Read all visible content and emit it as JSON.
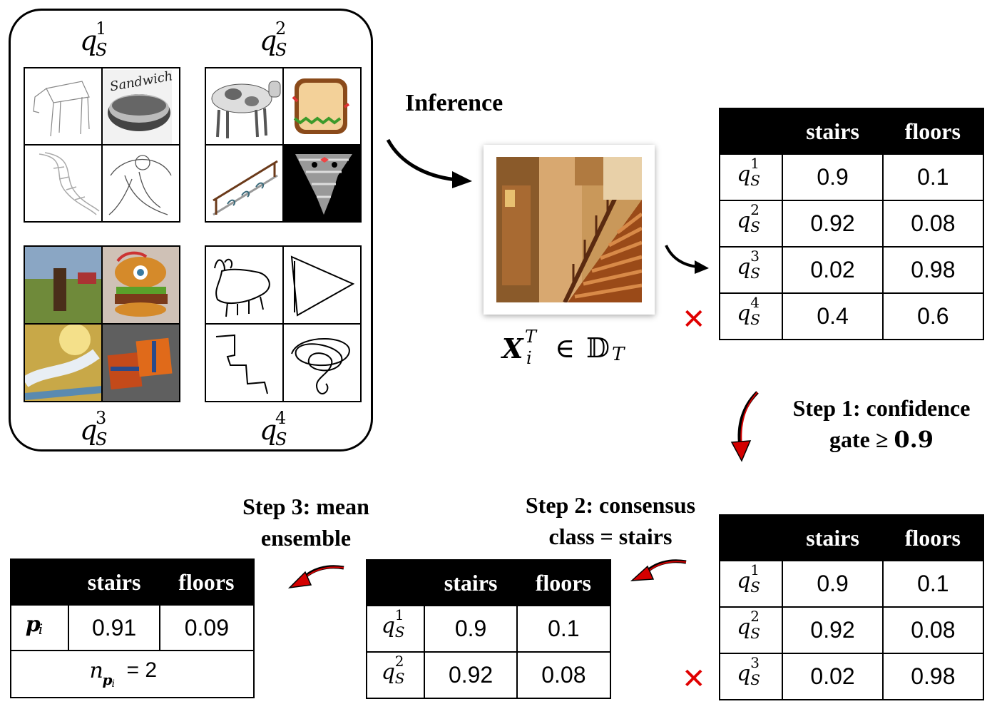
{
  "support_sets": [
    {
      "base": "q",
      "sub": "S",
      "sup": "1"
    },
    {
      "base": "q",
      "sub": "S",
      "sup": "2"
    },
    {
      "base": "q",
      "sub": "S",
      "sup": "3"
    },
    {
      "base": "q",
      "sub": "S",
      "sup": "4"
    }
  ],
  "sandwich_text": "Sandwich",
  "inference_label": "Inference",
  "target_formula": {
    "x": "X",
    "sub": "i",
    "sup": "T",
    "rel": "∈",
    "domain": "𝔻",
    "domain_sub": "T"
  },
  "tables": {
    "headers": [
      "",
      "stairs",
      "floors"
    ],
    "inference_rows": [
      {
        "model": "1",
        "stairs": "0.9",
        "floors": "0.1"
      },
      {
        "model": "2",
        "stairs": "0.92",
        "floors": "0.08"
      },
      {
        "model": "3",
        "stairs": "0.02",
        "floors": "0.98"
      },
      {
        "model": "4",
        "stairs": "0.4",
        "floors": "0.6"
      }
    ],
    "gate_rows": [
      {
        "model": "1",
        "stairs": "0.9",
        "floors": "0.1"
      },
      {
        "model": "2",
        "stairs": "0.92",
        "floors": "0.08"
      },
      {
        "model": "3",
        "stairs": "0.02",
        "floors": "0.98"
      }
    ],
    "consensus_rows": [
      {
        "model": "1",
        "stairs": "0.9",
        "floors": "0.1"
      },
      {
        "model": "2",
        "stairs": "0.92",
        "floors": "0.08"
      }
    ],
    "ensemble": {
      "row_label": "p",
      "row_label_sub": "i",
      "stairs": "0.91",
      "floors": "0.09",
      "count_label": "n",
      "count_sub_base": "p",
      "count_sub_sub": "i",
      "count_value": "= 2"
    }
  },
  "steps": {
    "step1_line1": "Step 1: confidence",
    "step1_line2": "gate ≥ ",
    "step1_value": "0.9",
    "step2_line1": "Step 2: consensus",
    "step2_line2": "class = stairs",
    "step3_line1": "Step 3: mean",
    "step3_line2": "ensemble"
  },
  "reject_mark": "✕",
  "colors": {
    "accent_red": "#d40000",
    "reject": "#e00000",
    "header": "#000000"
  }
}
